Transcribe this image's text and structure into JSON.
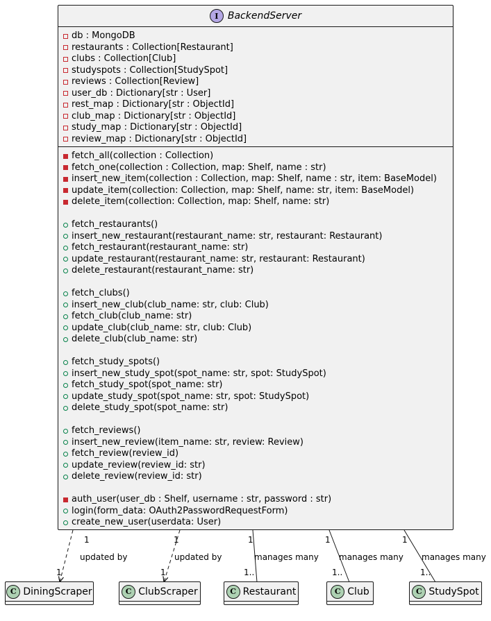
{
  "interface": {
    "stereotype_letter": "I",
    "name": "BackendServer",
    "fields": [
      "db : MongoDB",
      "restaurants : Collection[Restaurant]",
      "clubs : Collection[Club]",
      "studyspots : Collection[StudySpot]",
      "reviews : Collection[Review]",
      "user_db : Dictionary[str : User]",
      "rest_map : Dictionary[str : ObjectId]",
      "club_map : Dictionary[str : ObjectId]",
      "study_map : Dictionary[str : ObjectId]",
      "review_map : Dictionary[str : ObjectId]"
    ],
    "private_helpers": [
      "fetch_all(collection : Collection)",
      "fetch_one(collection : Collection, map: Shelf, name : str)",
      "insert_new_item(collection : Collection, map: Shelf, name : str, item: BaseModel)",
      "update_item(collection: Collection, map: Shelf, name: str, item: BaseModel)",
      "delete_item(collection: Collection, map: Shelf, name: str)"
    ],
    "restaurant_methods": [
      "fetch_restaurants()",
      "insert_new_restaurant(restaurant_name: str, restaurant: Restaurant)",
      "fetch_restaurant(restaurant_name: str)",
      "update_restaurant(restaurant_name: str, restaurant: Restaurant)",
      "delete_restaurant(restaurant_name: str)"
    ],
    "club_methods": [
      "fetch_clubs()",
      "insert_new_club(club_name: str, club: Club)",
      "fetch_club(club_name: str)",
      "update_club(club_name: str, club: Club)",
      "delete_club(club_name: str)"
    ],
    "study_methods": [
      "fetch_study_spots()",
      "insert_new_study_spot(spot_name: str, spot: StudySpot)",
      "fetch_study_spot(spot_name: str)",
      "update_study_spot(spot_name: str, spot: StudySpot)",
      "delete_study_spot(spot_name: str)"
    ],
    "review_methods": [
      "fetch_reviews()",
      "insert_new_review(item_name: str, review: Review)",
      "fetch_review(review_id)",
      "update_review(review_id: str)",
      "delete_review(review_id: str)"
    ],
    "auth_methods": [
      {
        "visibility": "private",
        "text": "auth_user(user_db : Shelf, username : str, password : str)"
      },
      {
        "visibility": "public",
        "text": "login(form_data: OAuth2PasswordRequestForm)"
      },
      {
        "visibility": "public",
        "text": "create_new_user(userdata: User)"
      }
    ]
  },
  "classes": {
    "stereotype_letter": "C",
    "dining": "DiningScraper",
    "club_scraper": "ClubScraper",
    "restaurant": "Restaurant",
    "club": "Club",
    "study": "StudySpot"
  },
  "relations": {
    "dining": {
      "from_mult": "1",
      "to_mult": "1",
      "label": "updated by"
    },
    "club_scraper": {
      "from_mult": "1",
      "to_mult": "1",
      "label": "updated by"
    },
    "restaurant": {
      "from_mult": "1",
      "to_mult": "1..",
      "label": "manages many"
    },
    "club": {
      "from_mult": "1",
      "to_mult": "1..",
      "label": "manages many"
    },
    "study": {
      "from_mult": "1",
      "to_mult": "1..",
      "label": "manages many"
    }
  },
  "colors": {
    "box_fill": "#f1f1f1",
    "border": "#181818",
    "interface_badge": "#b4a7e5",
    "class_badge": "#add1b2",
    "private": "#c82930",
    "public": "#038048"
  }
}
